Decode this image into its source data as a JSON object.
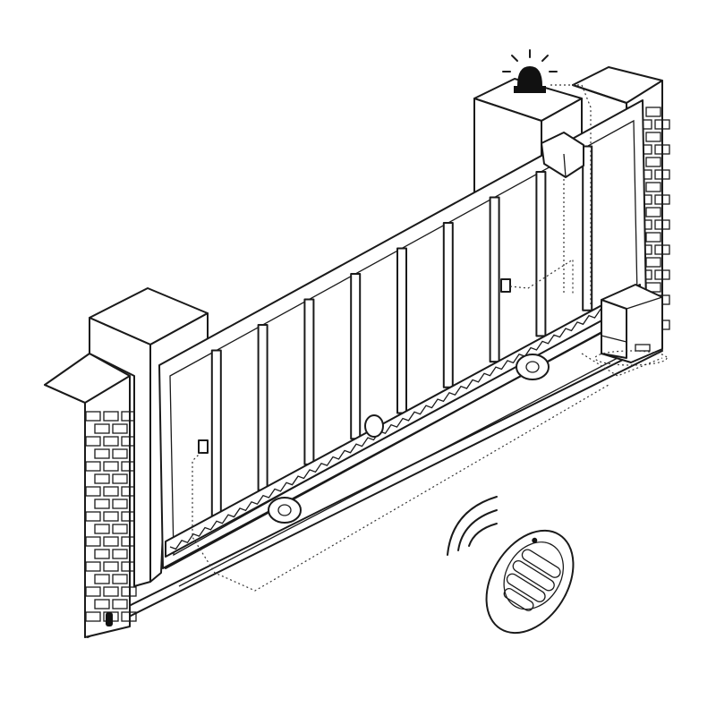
{
  "diagram": {
    "components": [
      {
        "name": "left-pillar",
        "icon": "pillar"
      },
      {
        "name": "right-pillar",
        "icon": "pillar"
      },
      {
        "name": "left-brick-wall",
        "icon": "brick-wall"
      },
      {
        "name": "right-brick-wall",
        "icon": "brick-wall"
      },
      {
        "name": "sliding-gate",
        "icon": "gate"
      },
      {
        "name": "gear-rack",
        "icon": "rack"
      },
      {
        "name": "gate-motor",
        "icon": "motor"
      },
      {
        "name": "warning-lamp",
        "icon": "flashing-light"
      },
      {
        "name": "photocells",
        "icon": "photocell"
      },
      {
        "name": "remote-control",
        "icon": "key-fob"
      }
    ],
    "colors": {
      "line": "#1a1a1a",
      "background": "#ffffff"
    }
  }
}
